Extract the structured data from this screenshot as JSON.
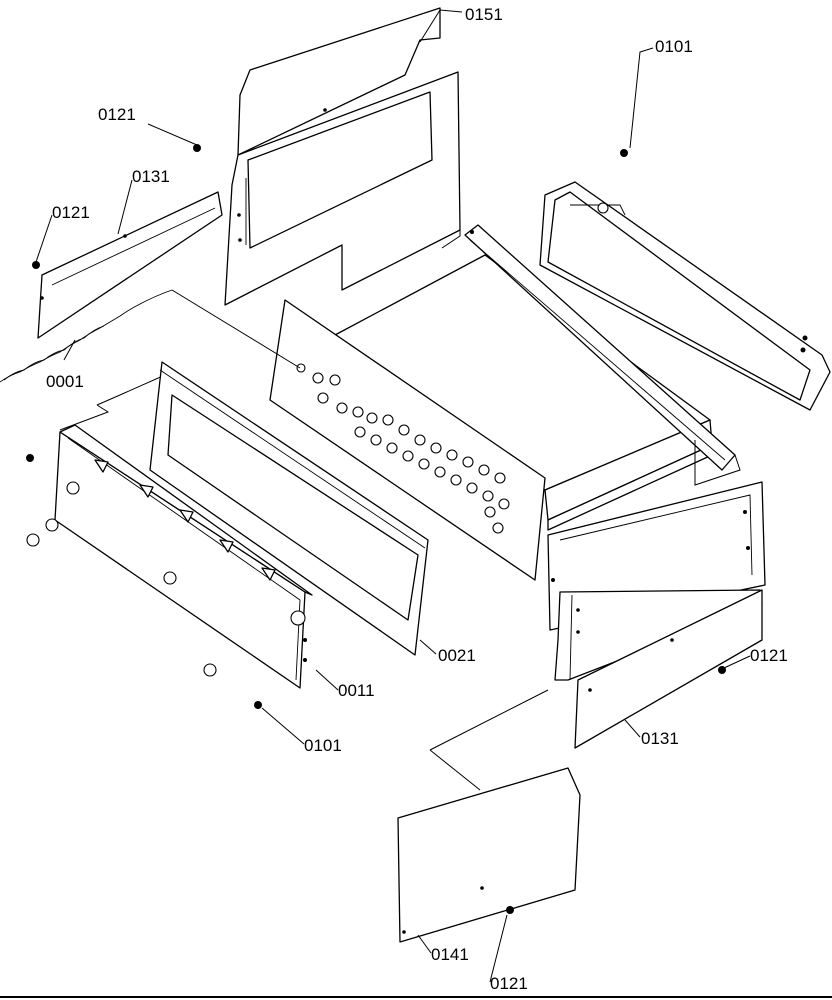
{
  "callouts": [
    {
      "id": "c0151",
      "text": "0151"
    },
    {
      "id": "c0101-top",
      "text": "0101"
    },
    {
      "id": "c0121-top",
      "text": "0121"
    },
    {
      "id": "c0131-left",
      "text": "0131"
    },
    {
      "id": "c0121-left",
      "text": "0121"
    },
    {
      "id": "c0001",
      "text": "0001"
    },
    {
      "id": "c0021",
      "text": "0021"
    },
    {
      "id": "c0011",
      "text": "0011"
    },
    {
      "id": "c0101-bottom",
      "text": "0101"
    },
    {
      "id": "c0121-right",
      "text": "0121"
    },
    {
      "id": "c0131-right",
      "text": "0131"
    },
    {
      "id": "c0141",
      "text": "0141"
    },
    {
      "id": "c0121-bottom",
      "text": "0121"
    }
  ]
}
